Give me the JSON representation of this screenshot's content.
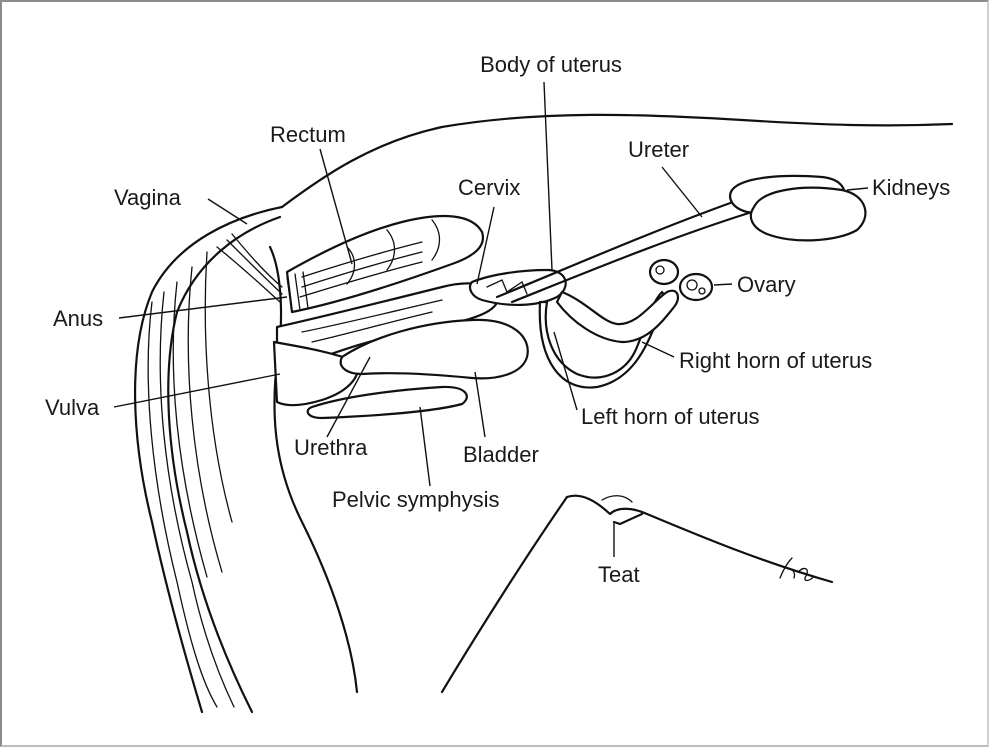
{
  "labels": {
    "body_of_uterus": "Body of uterus",
    "rectum": "Rectum",
    "cervix": "Cervix",
    "ureter": "Ureter",
    "kidneys": "Kidneys",
    "vagina": "Vagina",
    "ovary": "Ovary",
    "anus": "Anus",
    "right_horn": "Right horn of uterus",
    "vulva": "Vulva",
    "left_horn": "Left horn of uterus",
    "urethra": "Urethra",
    "bladder": "Bladder",
    "pelvic_symphysis": "Pelvic symphysis",
    "teat": "Teat"
  },
  "signature": "Kg."
}
